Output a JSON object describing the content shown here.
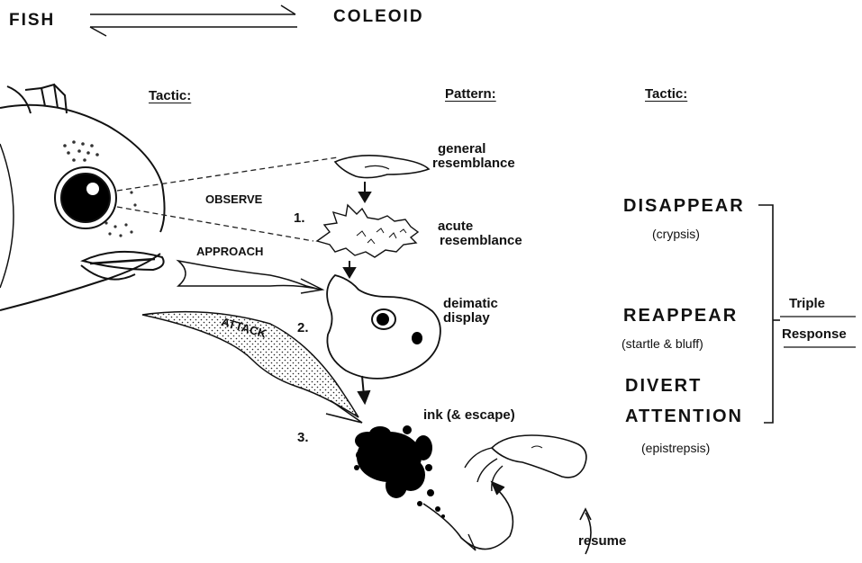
{
  "header": {
    "left": "FISH",
    "right": "COLEOID"
  },
  "columns": {
    "tactic_left": "Tactic:",
    "pattern": "Pattern:",
    "tactic_right": "Tactic:"
  },
  "fish_actions": {
    "observe": "OBSERVE",
    "approach": "APPROACH",
    "attack": "ATTACK"
  },
  "steps": {
    "one": "1.",
    "two": "2.",
    "three": "3."
  },
  "patterns": {
    "general_1": "general",
    "general_2": "resemblance",
    "acute_1": "acute",
    "acute_2": "resemblance",
    "deimatic_1": "deimatic",
    "deimatic_2": "display",
    "ink": "ink (& escape)",
    "resume": "resume"
  },
  "tactics": {
    "disappear": "DISAPPEAR",
    "disappear_sub": "(crypsis)",
    "reappear": "REAPPEAR",
    "reappear_sub": "(startle & bluff)",
    "divert_1": "DIVERT",
    "divert_2": "ATTENTION",
    "divert_sub": "(epistrepsis)"
  },
  "bracket": {
    "line1": "Triple",
    "line2": "Response"
  }
}
